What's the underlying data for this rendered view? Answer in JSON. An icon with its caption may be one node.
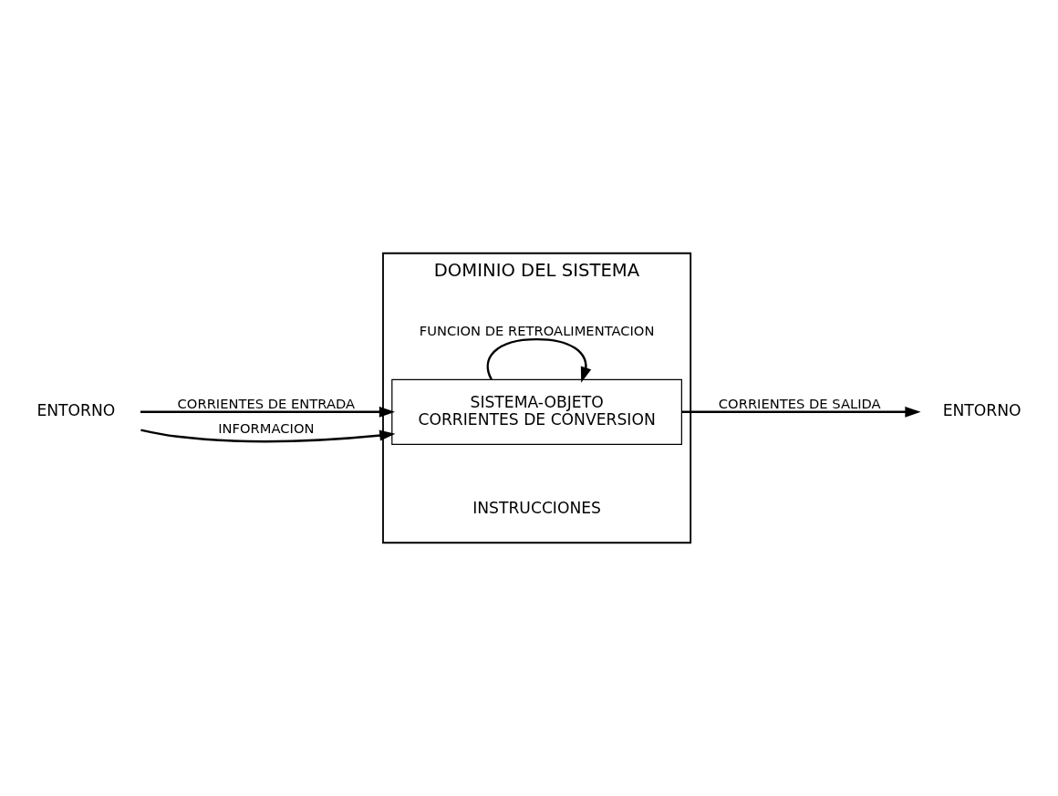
{
  "diagram": {
    "nodes": [
      {
        "text": [
          "DOMINIO DEL SISTEMA"
        ]
      },
      {
        "text": [
          "SISTEMA-OBJETO",
          "CORRIENTES DE CONVERSION"
        ],
        "in": 0
      },
      {
        "text": [
          "ENTORNO"
        ]
      },
      {
        "text": [
          "ENTORNO"
        ]
      }
    ],
    "edges": [
      {
        "from": 2,
        "to": 1,
        "arrow": "to",
        "label": "CORRIENTES DE ENTRADA"
      },
      {
        "from": 2,
        "to": 1,
        "arrow": "to",
        "label": "INFORMACION"
      },
      {
        "from": 1,
        "to": 3,
        "arrow": "to",
        "label": "CORRIENTES DE SALIDA"
      },
      {
        "from": 1,
        "to": 1,
        "arrow": "to",
        "label": "FUNCION DE RETROALIMENTACION"
      }
    ],
    "labels": [
      "INSTRUCCIONES"
    ]
  }
}
